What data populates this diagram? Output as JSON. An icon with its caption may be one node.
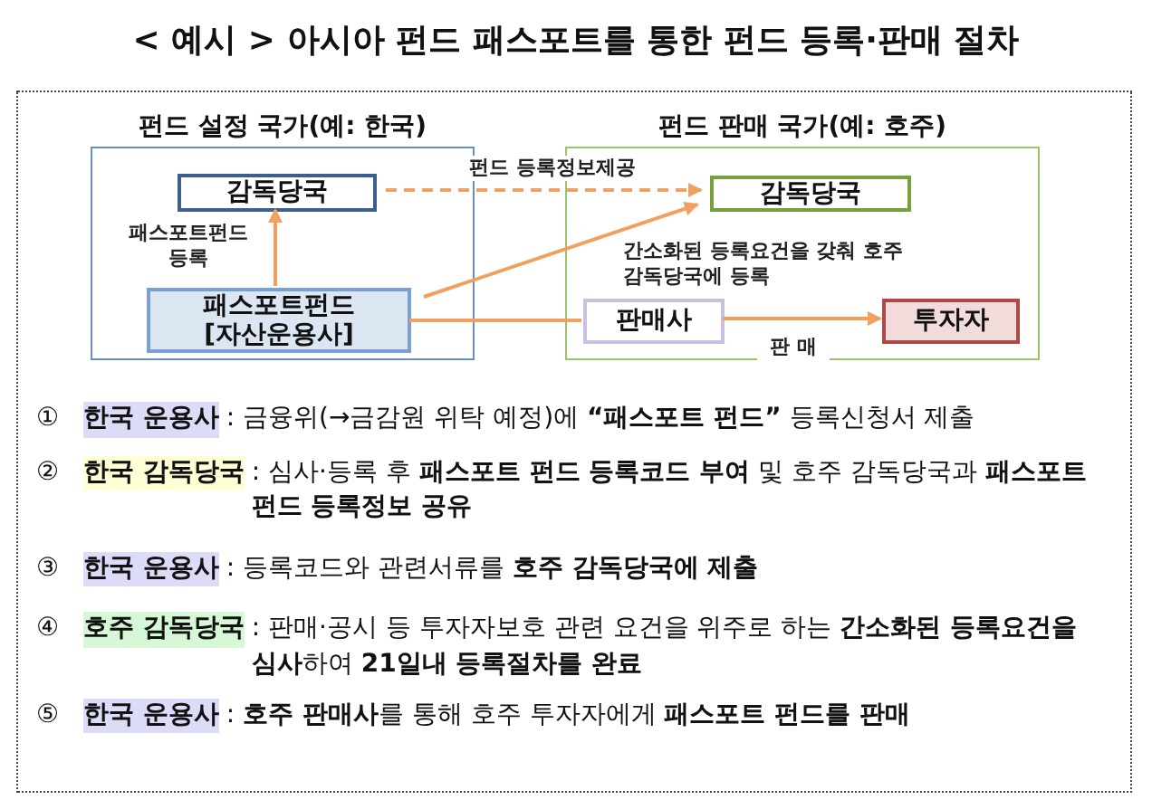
{
  "diagram": {
    "title": "< 예시 > 아시아 펀드 패스포트를 통한 펀드 등록·판매 절차",
    "nodes": [
      {
        "text": [
          "펀드 설정 국가(예: 한국)"
        ]
      },
      {
        "text": [
          "감독당국"
        ],
        "in": 0
      },
      {
        "text": [
          "패스포트펀드 [자산운용사]"
        ],
        "in": 0
      },
      {
        "text": [
          "펀드 판매 국가(예: 호주)"
        ]
      },
      {
        "text": [
          "감독당국"
        ],
        "in": 3
      },
      {
        "text": [
          "판매사"
        ],
        "in": 3
      },
      {
        "text": [
          "투자자"
        ],
        "in": 3
      }
    ],
    "edges": [
      {
        "from": 2,
        "to": 1,
        "arrow": "to",
        "label": "패스포트펀드 등록"
      },
      {
        "from": 1,
        "to": 4,
        "arrow": "to",
        "style": "dashed",
        "label": "펀드 등록정보제공"
      },
      {
        "from": 2,
        "to": 4,
        "arrow": "to",
        "label": "간소화된 등록요건을 갖춰 호주 감독당국에 등록"
      },
      {
        "from": 2,
        "to": 5,
        "arrow": "none"
      },
      {
        "from": 5,
        "to": 6,
        "arrow": "to",
        "label": "판 매"
      }
    ],
    "labels": [
      "①",
      "한국 운용사",
      ": 금융위(→금감원 위탁 예정)에 **“패스포트 펀드”** 등록신청서 제출",
      "②",
      "한국 감독당국",
      ": 심사·등록 후 **패스포트 펀드 등록코드 부여** 및 호주 감독당국과 **패스포트 펀드 등록정보 공유**",
      "③",
      "한국 운용사",
      ": 등록코드와 관련서류를 **호주 감독당국에 제출**",
      "④",
      "호주 감독당국",
      ": 판매·공시 등 투자자보호 관련 요건을 위주로 하는 **간소화된 등록요건을 심사**하여 **21일내 등록절차를 완료**",
      "⑤",
      "한국 운용사",
      ": **호주 판매사**를 통해 호주 투자자에게 **패스포트 펀드를 판매**"
    ]
  }
}
